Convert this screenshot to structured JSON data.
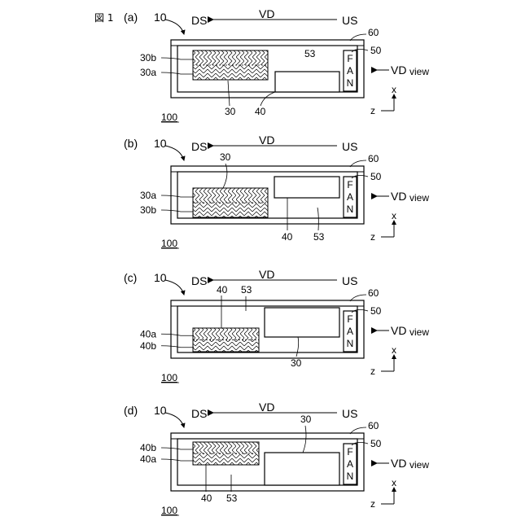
{
  "figure_label": "図 1",
  "panels": [
    {
      "id": "a",
      "label": "(a)",
      "ref_10": "10",
      "ds": "DS",
      "vd": "VD",
      "us": "US",
      "ref_60": "60",
      "ref_50": "50",
      "ref_53": "53",
      "hatched_top": "30b",
      "hatched_bottom": "30a",
      "hatched_ref": "30",
      "box_ref": "40",
      "fan_letters": [
        "F",
        "A",
        "N"
      ],
      "vdview_main": "VD",
      "vdview_sub": "view",
      "axis_x": "x",
      "axis_z": "z",
      "ref_100": "100"
    },
    {
      "id": "b",
      "label": "(b)",
      "ref_10": "10",
      "ds": "DS",
      "vd": "VD",
      "us": "US",
      "ref_60": "60",
      "ref_50": "50",
      "ref_53": "53",
      "hatched_top": "30a",
      "hatched_bottom": "30b",
      "hatched_ref": "30",
      "box_ref": "40",
      "fan_letters": [
        "F",
        "A",
        "N"
      ],
      "vdview_main": "VD",
      "vdview_sub": "view",
      "axis_x": "x",
      "axis_z": "z",
      "ref_100": "100"
    },
    {
      "id": "c",
      "label": "(c)",
      "ref_10": "10",
      "ds": "DS",
      "vd": "VD",
      "us": "US",
      "ref_60": "60",
      "ref_50": "50",
      "ref_53": "53",
      "hatched_top": "40a",
      "hatched_bottom": "40b",
      "hatched_ref": "40",
      "box_ref": "30",
      "fan_letters": [
        "F",
        "A",
        "N"
      ],
      "vdview_main": "VD",
      "vdview_sub": "view",
      "axis_x": "x",
      "axis_z": "z",
      "ref_100": "100"
    },
    {
      "id": "d",
      "label": "(d)",
      "ref_10": "10",
      "ds": "DS",
      "vd": "VD",
      "us": "US",
      "ref_60": "60",
      "ref_50": "50",
      "ref_53": "53",
      "hatched_top": "40b",
      "hatched_bottom": "40a",
      "hatched_ref": "40",
      "box_ref": "30",
      "fan_letters": [
        "F",
        "A",
        "N"
      ],
      "vdview_main": "VD",
      "vdview_sub": "view",
      "axis_x": "x",
      "axis_z": "z",
      "ref_100": "100"
    }
  ]
}
